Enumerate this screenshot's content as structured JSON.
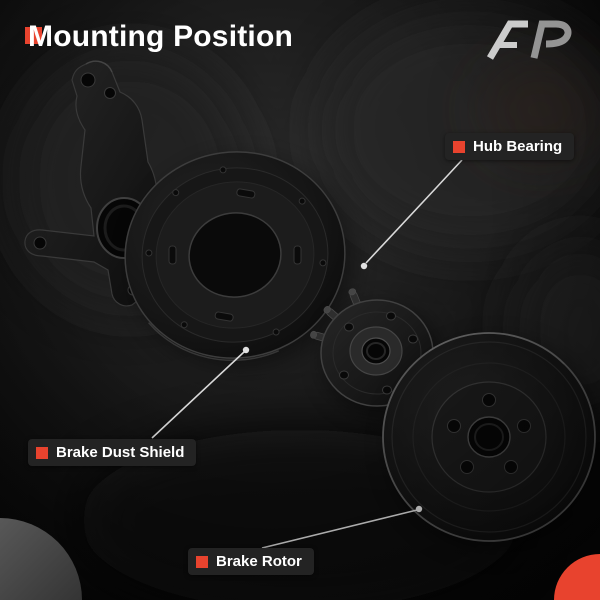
{
  "title": "Mounting Position",
  "callouts": [
    {
      "label": "Hub Bearing"
    },
    {
      "label": "Brake Dust Shield"
    },
    {
      "label": "Brake Rotor"
    }
  ],
  "parts": [
    {
      "name": "steering-knuckle"
    },
    {
      "name": "brake-dust-shield"
    },
    {
      "name": "hub-bearing"
    },
    {
      "name": "brake-rotor"
    }
  ],
  "colors": {
    "accent_red": "#e8432e",
    "background": "#0d0d0d",
    "label_background": "#232323",
    "text": "#ffffff",
    "line": "#d9d9d9"
  }
}
